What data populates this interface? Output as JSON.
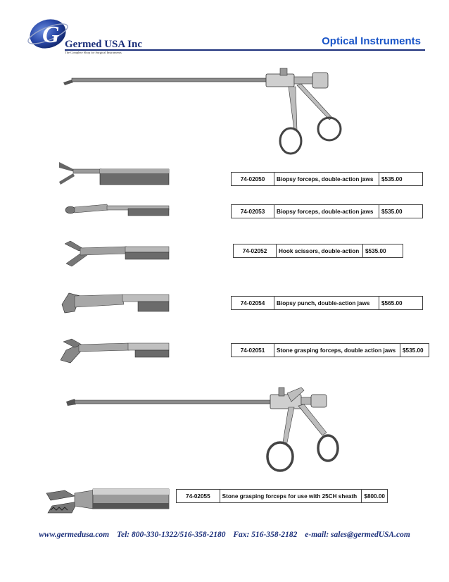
{
  "header": {
    "company": "Germed USA Inc",
    "tagline": "The Complete Shop for Surgical Instruments",
    "title": "Optical Instruments"
  },
  "products": [
    {
      "code": "74-02050",
      "description": "Biopsy forceps, double-action jaws",
      "price": "$535.00"
    },
    {
      "code": "74-02053",
      "description": "Biopsy forceps, double-action jaws",
      "price": "$535.00"
    },
    {
      "code": "74-02052",
      "description": "Hook scissors, double-action",
      "price": "$535.00"
    },
    {
      "code": "74-02054",
      "description": "Biopsy punch, double-action jaws",
      "price": "$565.00"
    },
    {
      "code": "74-02051",
      "description": "Stone grasping forceps, double action jaws",
      "price": "$535.00"
    },
    {
      "code": "74-02055",
      "description": "Stone grasping forceps for use with 25CH sheath",
      "price": "$800.00"
    }
  ],
  "footer": {
    "website": "www.germedusa.com",
    "phone": "Tel: 800-330-1322/516-358-2180",
    "fax": "Fax: 516-358-2182",
    "email": "e-mail: sales@germedUSA.com"
  },
  "colors": {
    "brand": "#1b2f7a",
    "title": "#1a55c8"
  }
}
